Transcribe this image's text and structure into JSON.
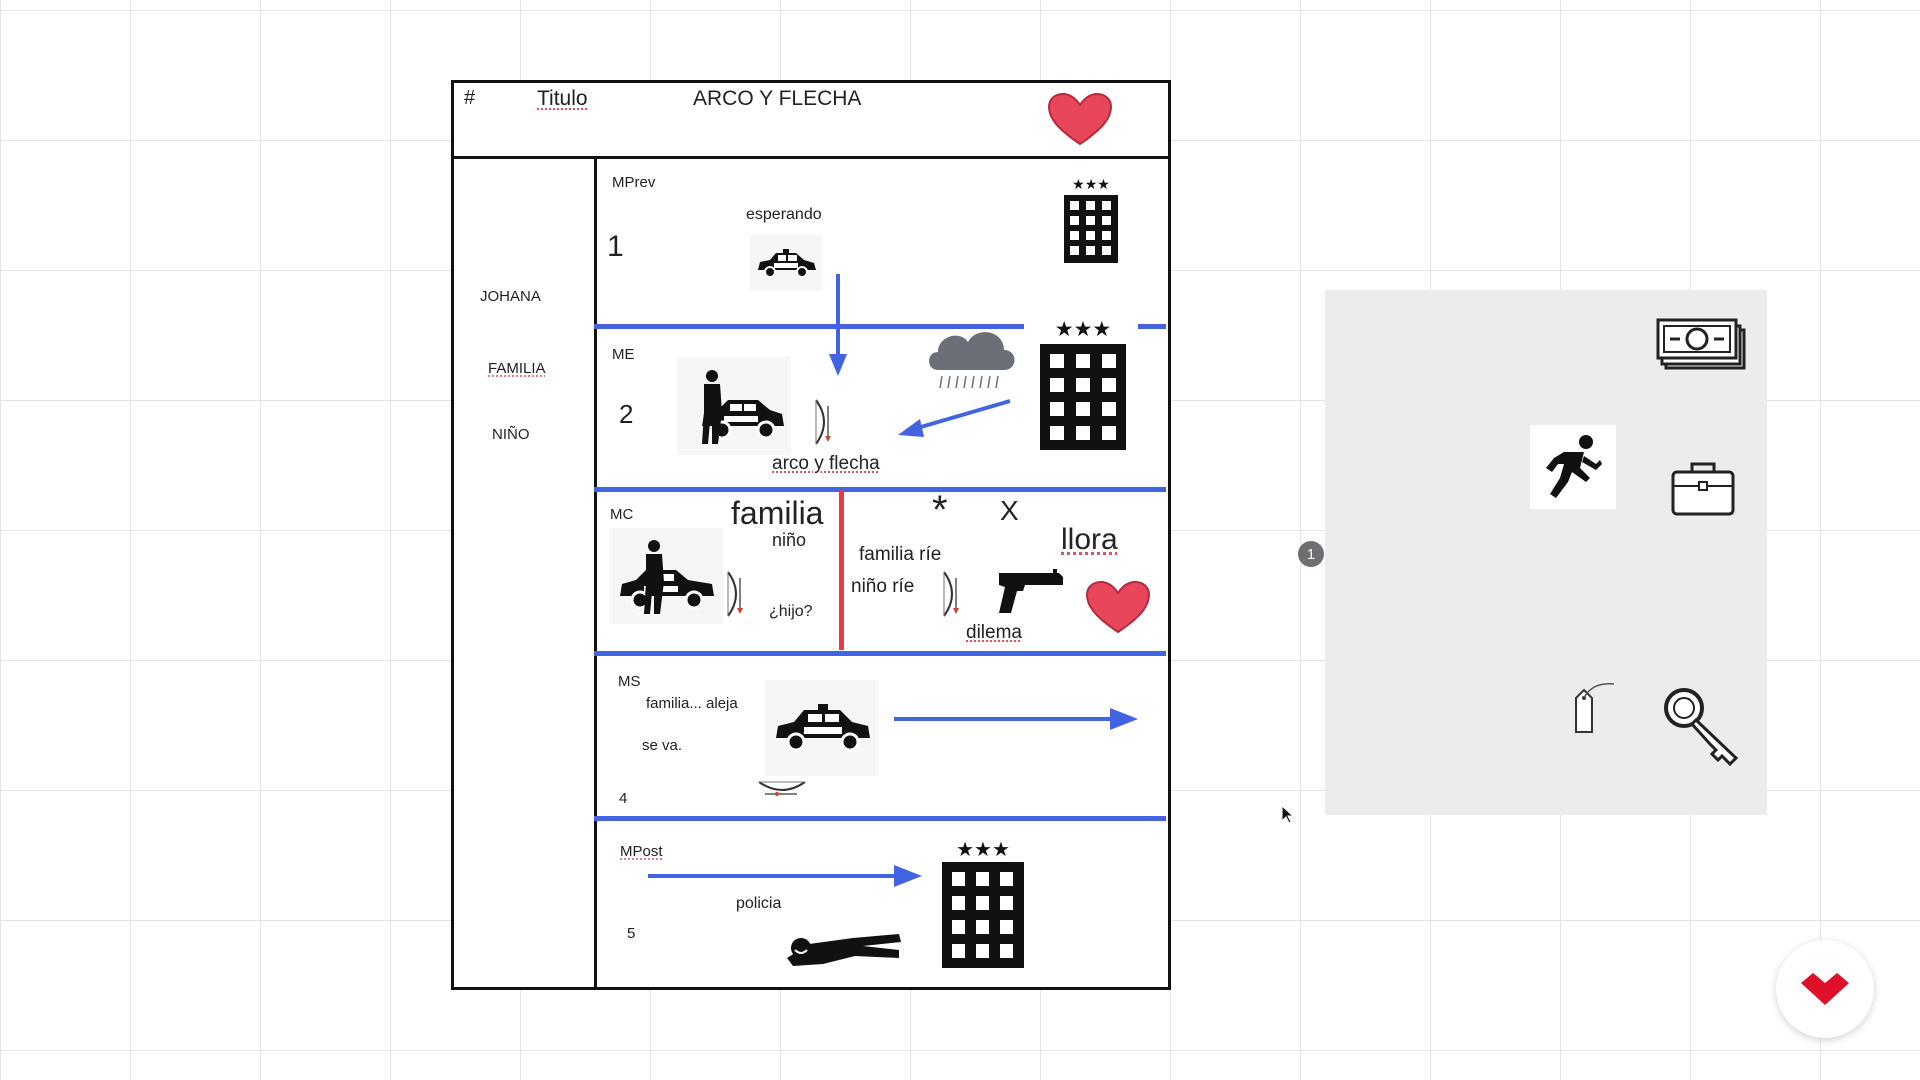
{
  "board": {
    "hash": "#",
    "title_label": "Titulo",
    "title_value": "ARCO Y FLECHA"
  },
  "characters": [
    "JOHANA",
    "FAMILIA",
    "NIÑO"
  ],
  "rows": {
    "mprev": {
      "label": "MPrev",
      "number": "1",
      "caption": "esperando"
    },
    "me": {
      "label": "ME",
      "number": "2",
      "caption": "arco y flecha"
    },
    "mc": {
      "label": "MC",
      "familia": "familia",
      "nino": "niño",
      "hijo": "¿hijo?",
      "star": "*",
      "x": "X",
      "llora": "llora",
      "familia_rie": "familia ríe",
      "nino_rie": "niño ríe",
      "dilema": "dilema"
    },
    "ms": {
      "label": "MS",
      "number": "4",
      "line1": "familia... aleja",
      "line2": "se va."
    },
    "mpost": {
      "label": "MPost",
      "number": "5",
      "caption": "policia"
    }
  },
  "panel": {
    "badge": "1"
  },
  "icons": {
    "heart": "heart-icon",
    "hotel": "hotel-building-icon",
    "police_car": "police-car-icon",
    "police_officer": "police-officer-car-icon",
    "bow": "bow-arrow-icon",
    "rain": "rain-cloud-icon",
    "gun": "gun-icon",
    "body": "lying-body-icon",
    "money": "money-stack-icon",
    "runner": "running-person-icon",
    "briefcase": "briefcase-icon",
    "tag": "tag-icon",
    "key": "key-icon",
    "logo": "brand-logo-icon"
  },
  "colors": {
    "accent_blue": "#4264e0",
    "accent_red": "#e33b4d",
    "heart": "#e8465a"
  }
}
